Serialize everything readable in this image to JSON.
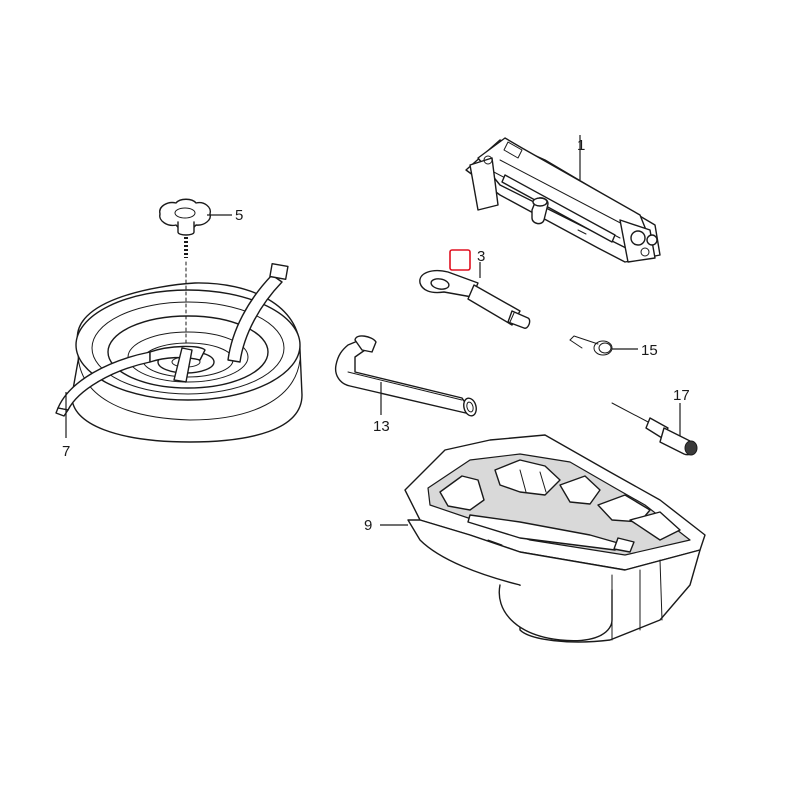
{
  "callouts": {
    "c1": "1",
    "c3": "3",
    "c5": "5",
    "c7": "7",
    "c9": "9",
    "c13": "13",
    "c15": "15",
    "c17": "17"
  },
  "highlight": {
    "color": "#e01020",
    "target_callout": "3"
  }
}
